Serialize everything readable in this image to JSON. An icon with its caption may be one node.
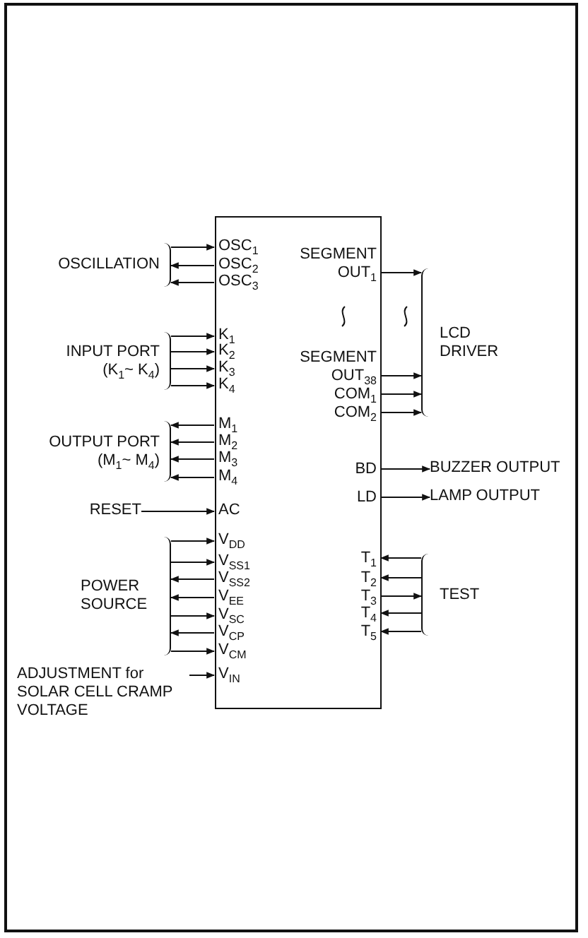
{
  "diagram": {
    "nodes": [
      {
        "text": [],
        "shape": "box"
      },
      {
        "text": [
          "OSC$_{1}$"
        ],
        "in": 0
      },
      {
        "text": [
          "OSC$_{2}$"
        ],
        "in": 0
      },
      {
        "text": [
          "OSC$_{3}$"
        ],
        "in": 0
      },
      {
        "text": [
          "K$_{1}$"
        ],
        "in": 0
      },
      {
        "text": [
          "K$_{2}$"
        ],
        "in": 0
      },
      {
        "text": [
          "K$_{3}$"
        ],
        "in": 0
      },
      {
        "text": [
          "K$_{4}$"
        ],
        "in": 0
      },
      {
        "text": [
          "M$_{1}$"
        ],
        "in": 0
      },
      {
        "text": [
          "M$_{2}$"
        ],
        "in": 0
      },
      {
        "text": [
          "M$_{3}$"
        ],
        "in": 0
      },
      {
        "text": [
          "M$_{4}$"
        ],
        "in": 0
      },
      {
        "text": [
          "AC"
        ],
        "in": 0
      },
      {
        "text": [
          "V$_{DD}$"
        ],
        "in": 0
      },
      {
        "text": [
          "V$_{SS1}$"
        ],
        "in": 0
      },
      {
        "text": [
          "V$_{SS2}$"
        ],
        "in": 0
      },
      {
        "text": [
          "V$_{EE}$"
        ],
        "in": 0
      },
      {
        "text": [
          "V$_{SC}$"
        ],
        "in": 0
      },
      {
        "text": [
          "V$_{CP}$"
        ],
        "in": 0
      },
      {
        "text": [
          "V$_{CM}$"
        ],
        "in": 0
      },
      {
        "text": [
          "V$_{IN}$"
        ],
        "in": 0
      },
      {
        "text": [
          "SEGMENT OUT$_{1}$"
        ],
        "in": 0
      },
      {
        "text": [
          "SEGMENT OUT$_{38}$"
        ],
        "in": 0
      },
      {
        "text": [
          "COM$_{1}$"
        ],
        "in": 0
      },
      {
        "text": [
          "COM$_{2}$"
        ],
        "in": 0
      },
      {
        "text": [
          "BD"
        ],
        "in": 0
      },
      {
        "text": [
          "LD"
        ],
        "in": 0
      },
      {
        "text": [
          "T$_{1}$"
        ],
        "in": 0
      },
      {
        "text": [
          "T$_{2}$"
        ],
        "in": 0
      },
      {
        "text": [
          "T$_{3}$"
        ],
        "in": 0
      },
      {
        "text": [
          "T$_{4}$"
        ],
        "in": 0
      },
      {
        "text": [
          "T$_{5}$"
        ],
        "in": 0
      },
      {
        "text": [
          "RESET"
        ]
      },
      {
        "text": [
          "ADJUSTMENT for SOLAR CELL CRAMP VOLTAGE"
        ]
      },
      {
        "text": [
          "BUZZER OUTPUT"
        ]
      },
      {
        "text": [
          "LAMP OUTPUT"
        ]
      },
      {
        "text": [
          "OSCILLATION"
        ]
      },
      {
        "text": [
          "INPUT PORT (K$_{1}$~ K$_{4}$)"
        ]
      },
      {
        "text": [
          "OUTPUT PORT (M$_{1}$~ M$_{4}$)"
        ]
      },
      {
        "text": [
          "POWER SOURCE"
        ]
      },
      {
        "text": [
          "LCD DRIVER"
        ]
      },
      {
        "text": [
          "TEST"
        ]
      }
    ],
    "edges": [
      {
        "from": 36,
        "to": 1,
        "arrow": "to"
      },
      {
        "from": 2,
        "to": 36,
        "arrow": "to"
      },
      {
        "from": 3,
        "to": 36,
        "arrow": "to"
      },
      {
        "from": 37,
        "to": 4,
        "arrow": "to"
      },
      {
        "from": 37,
        "to": 5,
        "arrow": "to"
      },
      {
        "from": 37,
        "to": 6,
        "arrow": "to"
      },
      {
        "from": 37,
        "to": 7,
        "arrow": "to"
      },
      {
        "from": 8,
        "to": 38,
        "arrow": "to"
      },
      {
        "from": 9,
        "to": 38,
        "arrow": "to"
      },
      {
        "from": 10,
        "to": 38,
        "arrow": "to"
      },
      {
        "from": 11,
        "to": 38,
        "arrow": "to"
      },
      {
        "from": 32,
        "to": 12,
        "arrow": "to"
      },
      {
        "from": 39,
        "to": 13,
        "arrow": "to"
      },
      {
        "from": 39,
        "to": 14,
        "arrow": "to"
      },
      {
        "from": 15,
        "to": 39,
        "arrow": "to"
      },
      {
        "from": 16,
        "to": 39,
        "arrow": "to"
      },
      {
        "from": 39,
        "to": 17,
        "arrow": "to"
      },
      {
        "from": 18,
        "to": 39,
        "arrow": "to"
      },
      {
        "from": 39,
        "to": 19,
        "arrow": "to"
      },
      {
        "from": 33,
        "to": 20,
        "arrow": "to"
      },
      {
        "from": 21,
        "to": 40,
        "arrow": "to"
      },
      {
        "from": 22,
        "to": 40,
        "arrow": "to"
      },
      {
        "from": 23,
        "to": 40,
        "arrow": "to"
      },
      {
        "from": 24,
        "to": 40,
        "arrow": "to"
      },
      {
        "from": 25,
        "to": 34,
        "arrow": "to"
      },
      {
        "from": 26,
        "to": 35,
        "arrow": "to"
      },
      {
        "from": 41,
        "to": 27,
        "arrow": "to"
      },
      {
        "from": 41,
        "to": 28,
        "arrow": "to"
      },
      {
        "from": 29,
        "to": 41,
        "arrow": "to"
      },
      {
        "from": 41,
        "to": 30,
        "arrow": "to"
      },
      {
        "from": 41,
        "to": 31,
        "arrow": "to"
      }
    ]
  }
}
